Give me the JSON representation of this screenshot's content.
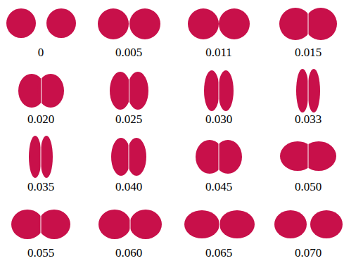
{
  "diagram": {
    "labels": [
      "0",
      "0.005",
      "0.011",
      "0.015",
      "0.020",
      "0.025",
      "0.030",
      "0.033",
      "0.035",
      "0.040",
      "0.045",
      "0.050",
      "0.055",
      "0.060",
      "0.065",
      "0.070"
    ]
  }
}
